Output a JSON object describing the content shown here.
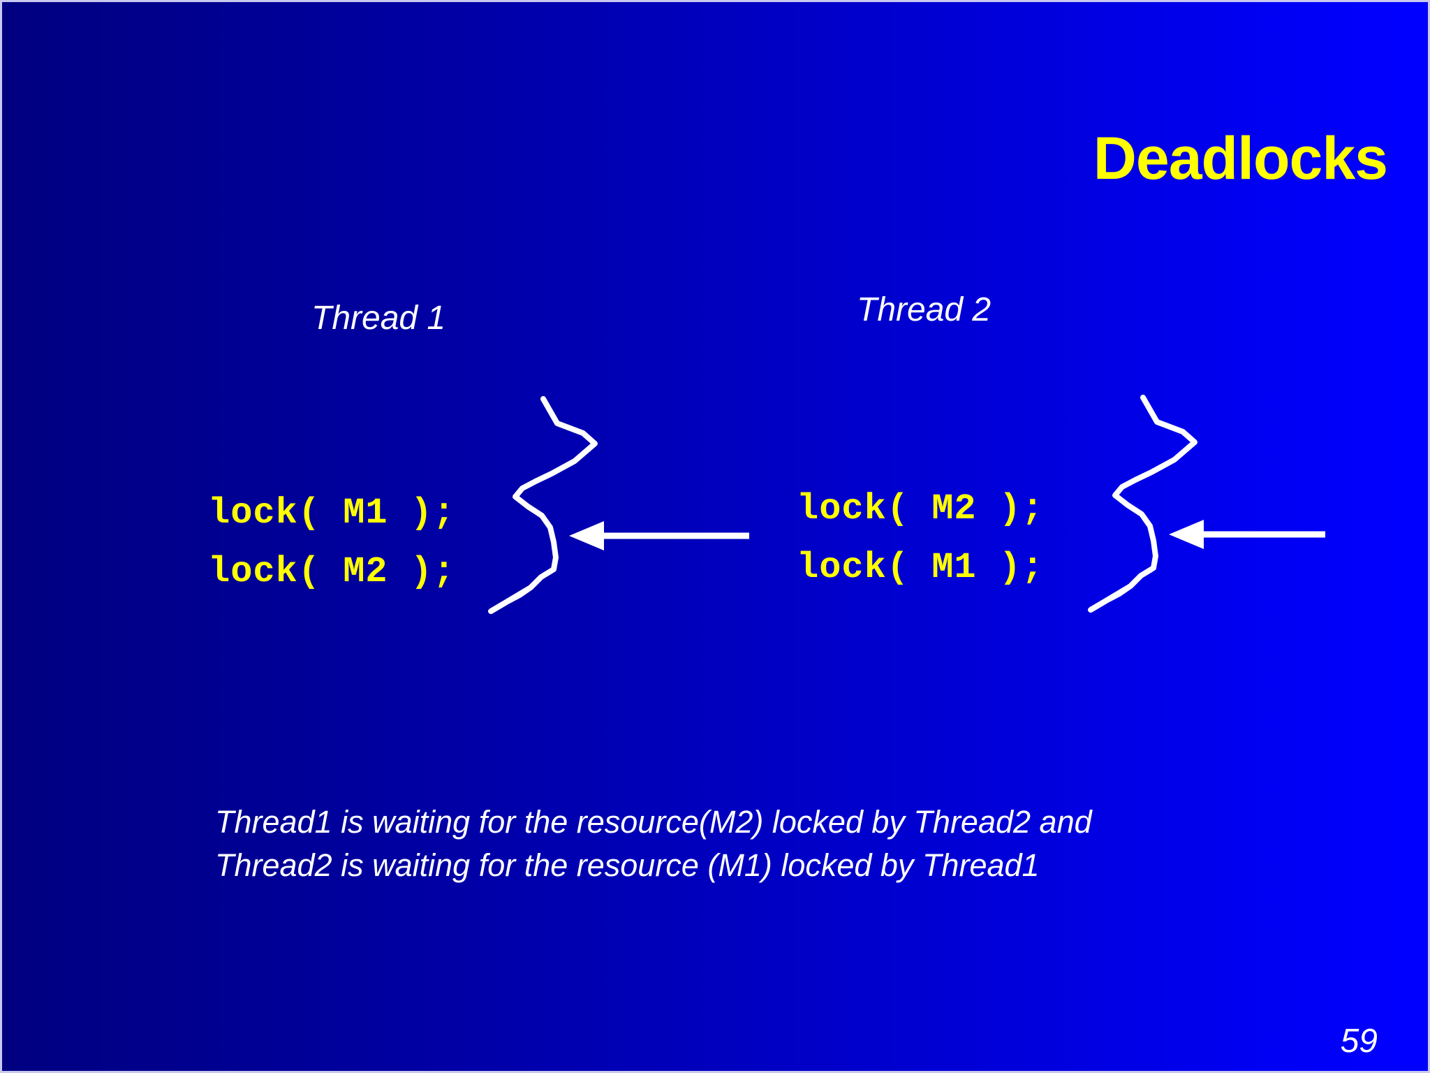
{
  "slide": {
    "title": "Deadlocks",
    "page_number": "59",
    "background": {
      "gradient_from": "#000080",
      "gradient_to": "#0000ff",
      "direction": "left-to-right"
    },
    "colors": {
      "title_yellow": "#ffff00",
      "code_yellow": "#ffff00",
      "text_white": "#ffffff",
      "annotation_white": "#ffffff"
    }
  },
  "threads": [
    {
      "label": "Thread 1",
      "code": "lock( M1 );\nlock( M2 );",
      "code_lines": [
        "lock( M1 );",
        "lock( M2 );"
      ]
    },
    {
      "label": "Thread 2",
      "code": "lock( M2 );\nlock( M1 );",
      "code_lines": [
        "lock( M2 );",
        "lock( M1 );"
      ]
    }
  ],
  "annotations": {
    "brace_left": "hand-drawn-curly-brace",
    "brace_right": "hand-drawn-curly-brace",
    "arrow_left": "blocked-waiting-arrow",
    "arrow_right": "blocked-waiting-arrow"
  },
  "caption": {
    "line1": "Thread1 is waiting for the resource(M2) locked by Thread2 and",
    "line2": "Thread2 is waiting for the resource (M1) locked by Thread1"
  }
}
